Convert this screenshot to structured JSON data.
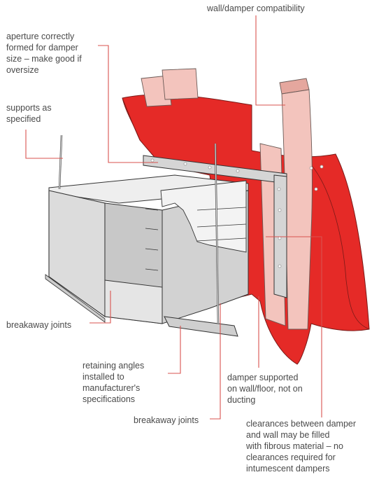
{
  "labels": {
    "wall_damper_compatibility": "wall/damper compatibility",
    "aperture": "aperture correctly\nformed for damper\nsize – make good if\noversize",
    "supports": "supports as\nspecified",
    "breakaway_joints_left": "breakaway joints",
    "retaining_angles": "retaining angles\ninstalled to\nmanufacturer's\nspecifications",
    "breakaway_joints_bottom": "breakaway joints",
    "damper_supported": "damper supported\non wall/floor, not on\nducting",
    "clearances": "clearances between damper\nand wall may be filled\nwith fibrous material – no\nclearances required for\nintumescent dampers"
  },
  "colors": {
    "wall_red": "#e52a27",
    "masonry_pink": "#f3c4bd",
    "masonry_pink_dark": "#e5a79e",
    "duct_grey": "#dcdcdc",
    "duct_grey_dark": "#bdbdbd",
    "leader_red": "#d9534f",
    "text": "#4a4a4a"
  }
}
